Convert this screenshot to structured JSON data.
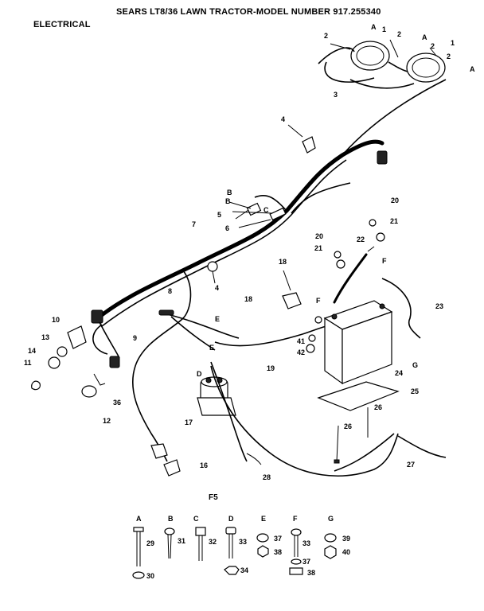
{
  "header": {
    "title": "SEARS LT8/36 LAWN TRACTOR-MODEL NUMBER 917.255340",
    "section": "ELECTRICAL"
  },
  "figure_label": "F5",
  "callouts": {
    "c1a": "1",
    "c1b": "1",
    "c2a": "2",
    "c2b": "2",
    "c2c": "2",
    "c2d": "2",
    "c3": "3",
    "c4a": "4",
    "c4b": "4",
    "c5": "5",
    "c6": "6",
    "c7": "7",
    "c8": "8",
    "c9": "9",
    "c10": "10",
    "c11": "11",
    "c12": "12",
    "c13": "13",
    "c14": "14",
    "c16": "16",
    "c17": "17",
    "c18a": "18",
    "c18b": "18",
    "c19": "19",
    "c20a": "20",
    "c20b": "20",
    "c21a": "21",
    "c21b": "21",
    "c22": "22",
    "c23": "23",
    "c24": "24",
    "c25": "25",
    "c26a": "26",
    "c26b": "26",
    "c27": "27",
    "c28": "28",
    "c36": "36",
    "c41": "41",
    "c42": "42"
  },
  "letter_refs": {
    "A1": "A",
    "A2": "A",
    "A3": "A",
    "B1": "B",
    "B2": "B",
    "C1": "C",
    "D1": "D",
    "E1": "E",
    "E2": "E",
    "F1": "F",
    "F2": "F",
    "G1": "G"
  },
  "hardware_legend": [
    {
      "letter": "A",
      "parts": [
        "29",
        "30"
      ]
    },
    {
      "letter": "B",
      "parts": [
        "31"
      ]
    },
    {
      "letter": "C",
      "parts": [
        "32"
      ]
    },
    {
      "letter": "D",
      "parts": [
        "33",
        "34"
      ]
    },
    {
      "letter": "E",
      "parts": [
        "37",
        "38"
      ]
    },
    {
      "letter": "F",
      "parts": [
        "33",
        "37",
        "38"
      ]
    },
    {
      "letter": "G",
      "parts": [
        "39",
        "40"
      ]
    }
  ]
}
